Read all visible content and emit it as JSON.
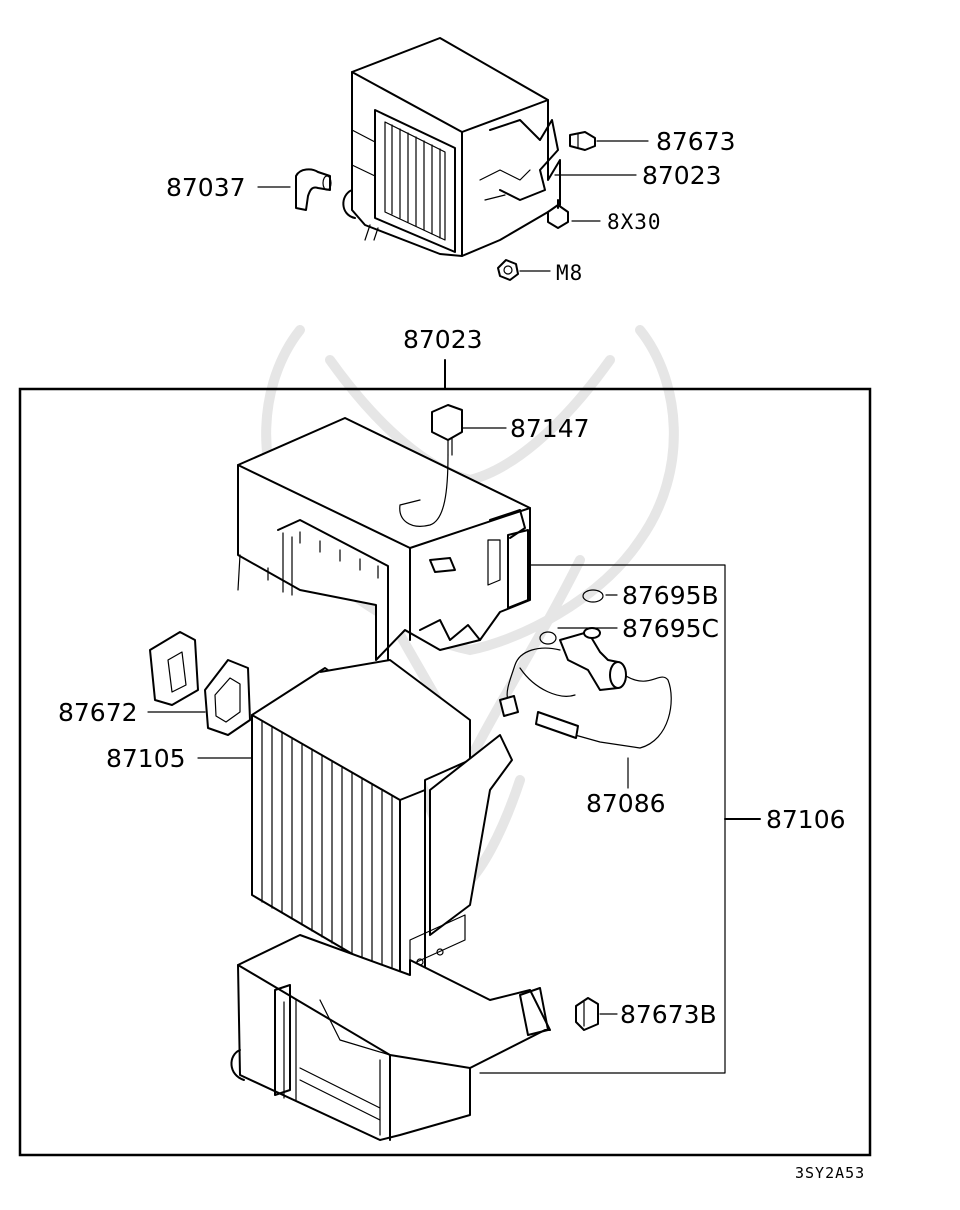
{
  "diagram": {
    "top_assembly": {
      "labels": {
        "p87673": "87673",
        "p87023": "87023",
        "p87037": "87037",
        "bolt": "8X30",
        "nut": "M8"
      }
    },
    "detail": {
      "header_label": "87023",
      "labels": {
        "p87147": "87147",
        "p87695B": "87695B",
        "p87695C": "87695C",
        "p87672": "87672",
        "p87105": "87105",
        "p87086": "87086",
        "p87106": "87106",
        "p87673B": "87673B"
      }
    },
    "figure_code": "3SY2A53"
  }
}
